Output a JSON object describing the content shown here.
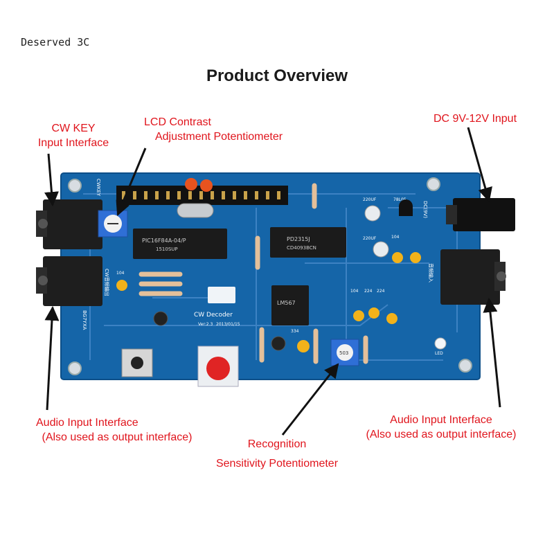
{
  "watermark": "Deserved 3C",
  "title": "Product Overview",
  "labels": {
    "cw_key": [
      "CW KEY",
      "Input Interface"
    ],
    "lcd": [
      "LCD Contrast",
      "Adjustment Potentiometer"
    ],
    "dc": [
      "DC 9V-12V Input"
    ],
    "audio_left": [
      "Audio Input Interface",
      "(Also used as output interface)"
    ],
    "recognition": [
      "Recognition",
      "Sensitivity Potentiometer"
    ],
    "audio_right": [
      "Audio Input Interface",
      "(Also used as output interface)"
    ]
  },
  "board": {
    "name": "CW Decoder",
    "version": "Ver:2.3",
    "date": "2013/01/15",
    "chip1": "PIC16F84A-04/P",
    "chip1_sub": "1510SUP",
    "chip2": "PD2315J",
    "chip2_sub": "CD4093BCN",
    "chip3": "LM567",
    "cap1": "104",
    "cap2": "104",
    "cap3": "224",
    "cap4": "224",
    "cap5": "334",
    "cap6": "104",
    "elec1": "220UF",
    "elec2": "220UF",
    "reg": "78L05",
    "dc_mark": "DC(9V)",
    "led_mark": "LED",
    "pot_mark": "503",
    "side_left": "CW音频输出",
    "side_right": "音频输入",
    "cwkey_mark": "CWKEY",
    "serial": "BG7YXA"
  },
  "colors": {
    "label": "#e0141c",
    "board": "#1565a8",
    "trace": "#4f8fcf",
    "chip": "#1b1b1b",
    "cap_yellow": "#f2b21a",
    "cap_orange": "#e8531f",
    "button_red": "#e02424"
  }
}
